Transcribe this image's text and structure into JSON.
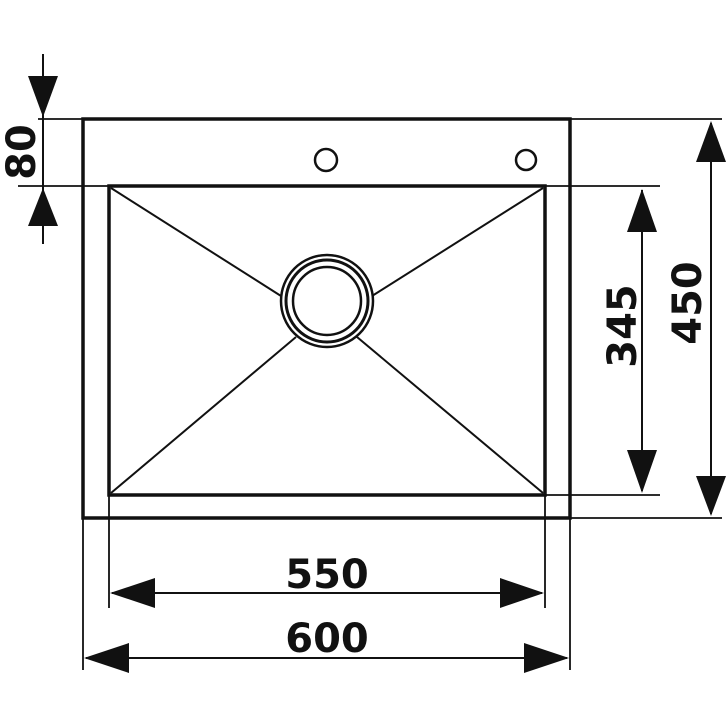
{
  "diagram": {
    "dimensions": {
      "inner_width": "550",
      "outer_width": "600",
      "inner_depth": "345",
      "outer_depth": "450",
      "deck_depth": "80"
    },
    "colors": {
      "line": "#111111",
      "background": "#ffffff"
    }
  }
}
